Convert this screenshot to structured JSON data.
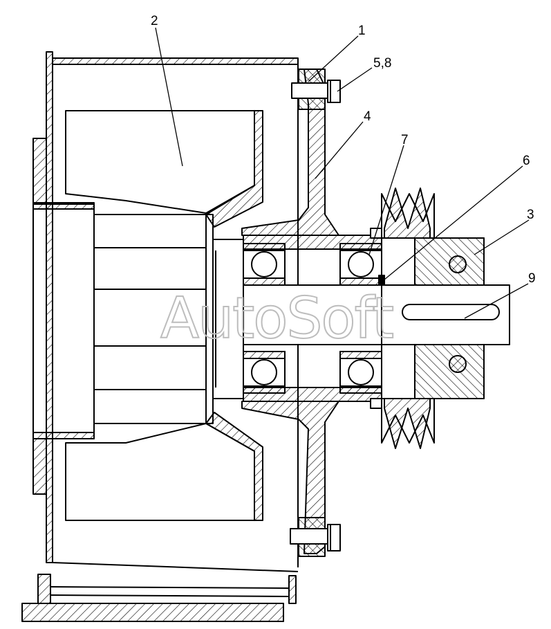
{
  "callouts": [
    {
      "id": "1",
      "label": "1"
    },
    {
      "id": "2",
      "label": "2"
    },
    {
      "id": "3",
      "label": "3"
    },
    {
      "id": "4",
      "label": "4"
    },
    {
      "id": "5_8",
      "label": "5,8"
    },
    {
      "id": "6",
      "label": "6"
    },
    {
      "id": "7",
      "label": "7"
    },
    {
      "id": "9",
      "label": "9"
    }
  ],
  "watermark": "AutoSoft",
  "colors": {
    "background": "#ffffff",
    "line": "#000000",
    "watermark": "#bdbdbd"
  }
}
